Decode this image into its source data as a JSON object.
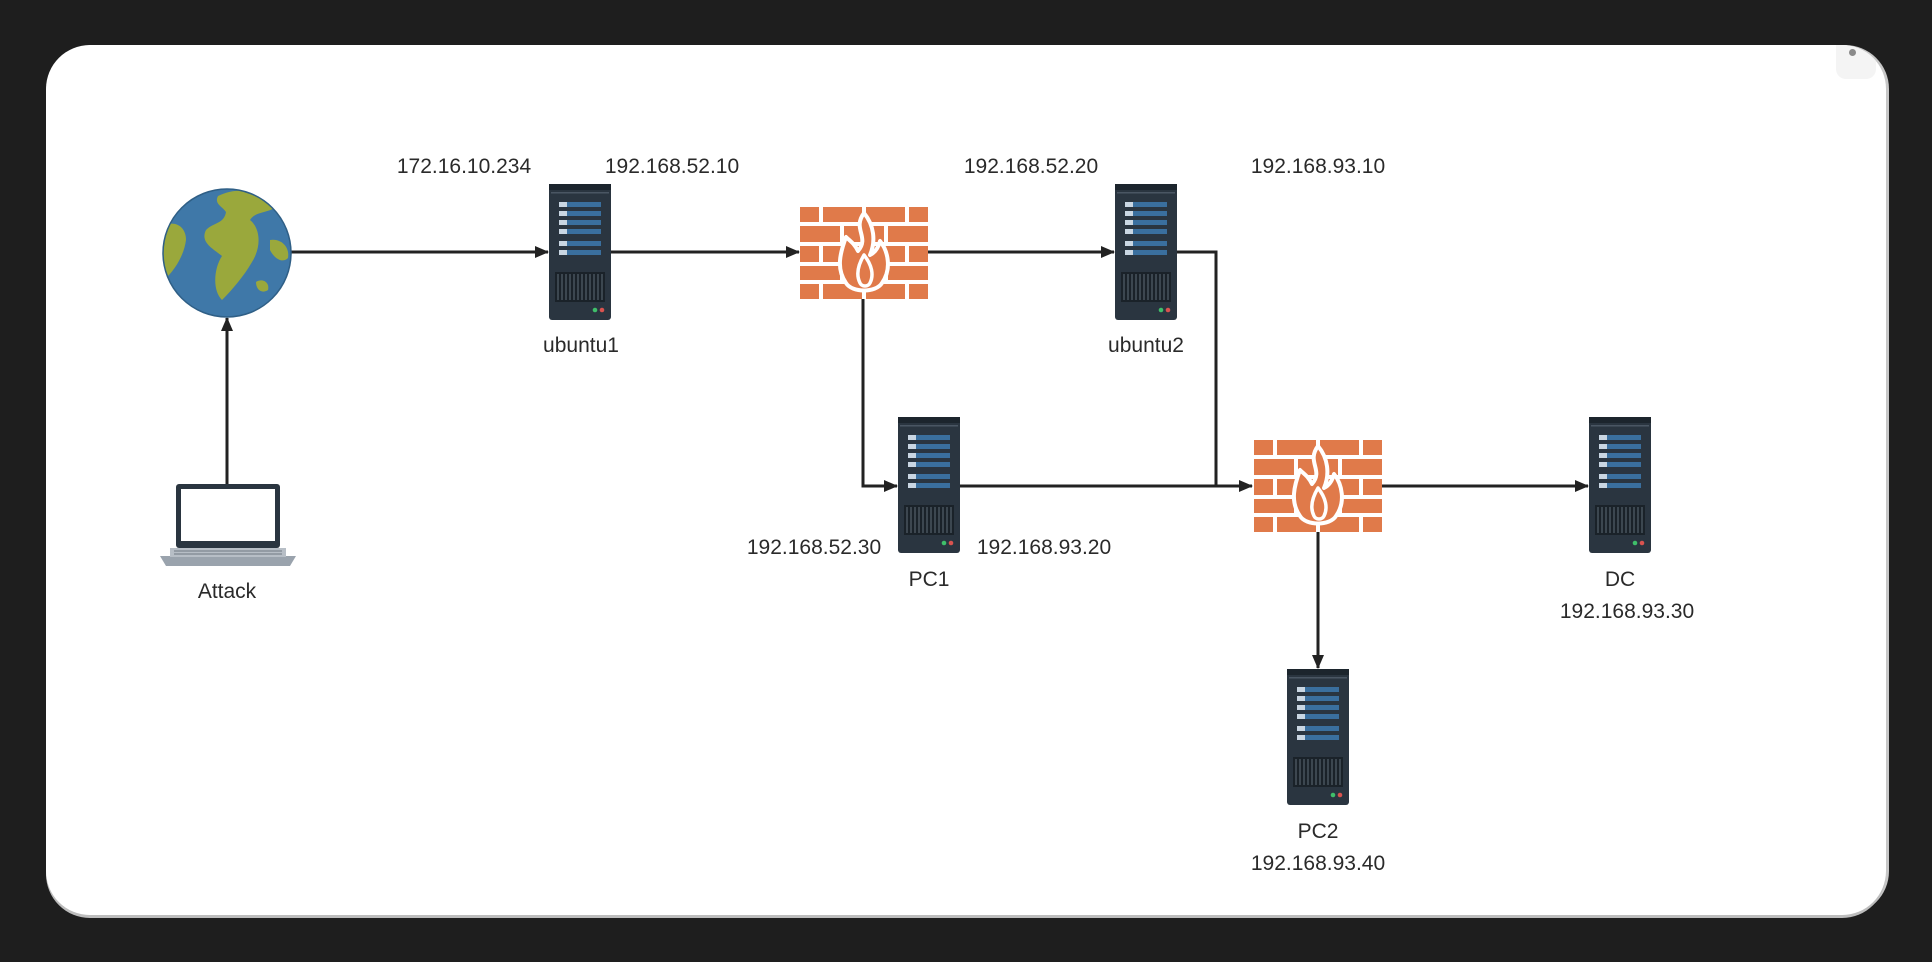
{
  "nodes": {
    "internet": {
      "icon": "globe-icon"
    },
    "attack": {
      "label": "Attack",
      "icon": "laptop-icon"
    },
    "ubuntu1": {
      "label": "ubuntu1",
      "icon": "server-icon"
    },
    "firewall1": {
      "icon": "firewall-icon"
    },
    "ubuntu2": {
      "label": "ubuntu2",
      "icon": "server-icon"
    },
    "pc1": {
      "label": "PC1",
      "icon": "server-icon"
    },
    "firewall2": {
      "icon": "firewall-icon"
    },
    "dc": {
      "label": "DC",
      "ip": "192.168.93.30",
      "icon": "server-icon"
    },
    "pc2": {
      "label": "PC2",
      "ip": "192.168.93.40",
      "icon": "server-icon"
    }
  },
  "ip_labels": {
    "ubuntu1_outer": "172.16.10.234",
    "ubuntu1_inner": "192.168.52.10",
    "ubuntu2_inner": "192.168.52.20",
    "ubuntu2_outer": "192.168.93.10",
    "pc1_inner": "192.168.52.30",
    "pc1_outer": "192.168.93.20"
  },
  "colors": {
    "background": "#1e1e1e",
    "canvas": "#ffffff",
    "line": "#222222",
    "firewall_brick": "#e07a4a",
    "server_body": "#2a3540",
    "globe_ocean": "#3f78a8",
    "globe_land": "#9aa83c"
  }
}
